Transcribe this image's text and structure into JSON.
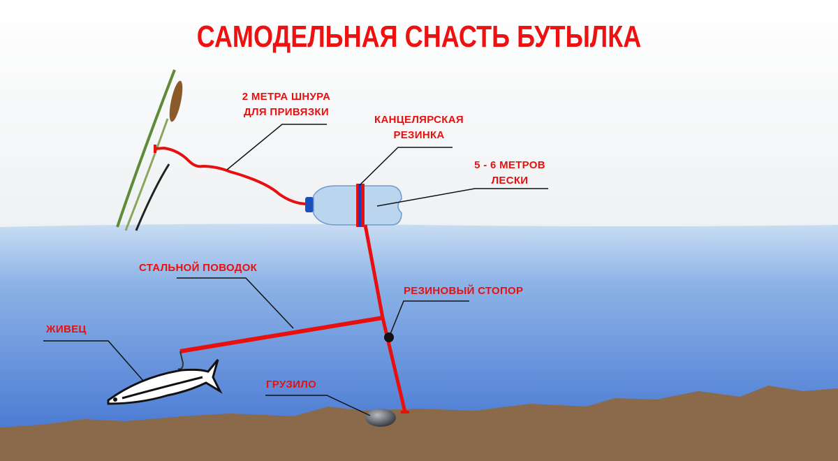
{
  "title": "САМОДЕЛЬНАЯ СНАСТЬ БУТЫЛКА",
  "labels": {
    "cord": [
      "2 МЕТРА ШНУРА",
      "ДЛЯ ПРИВЯЗКИ"
    ],
    "rubber_band": [
      "КАНЦЕЛЯРСКАЯ",
      "РЕЗИНКА"
    ],
    "line": [
      "5 - 6 МЕТРОВ",
      "ЛЕСКИ"
    ],
    "steel_leader": "СТАЛЬНОЙ ПОВОДОК",
    "rubber_stopper": "РЕЗИНОВЫЙ СТОПОР",
    "live_bait": "ЖИВЕЦ",
    "sinker": "ГРУЗИЛО"
  },
  "colors": {
    "accent": "#e8100f",
    "water": "#5d8fd6",
    "ground": "#8a6a4a"
  }
}
